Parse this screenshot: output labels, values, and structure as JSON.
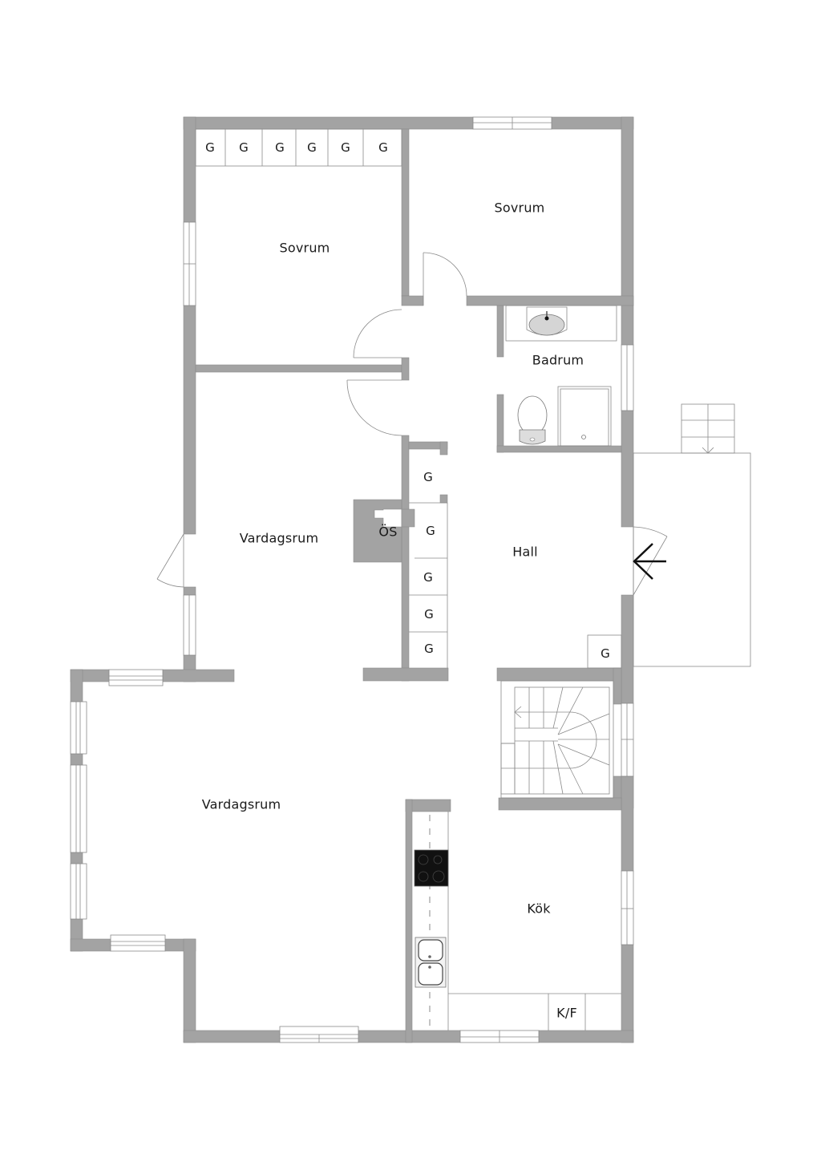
{
  "plan": {
    "colors": {
      "wall": "#a3a3a3",
      "line": "#707070",
      "background": "#ffffff"
    },
    "rooms": {
      "sovrum_left": "Sovrum",
      "sovrum_right": "Sovrum",
      "badrum": "Badrum",
      "vardagsrum_upper": "Vardagsrum",
      "vardagsrum_lower": "Vardagsrum",
      "hall": "Hall",
      "kok": "Kök"
    },
    "fixtures": {
      "oppen_spis": "ÖS",
      "kyl_frys": "K/F",
      "wardrobe": "G"
    },
    "wardrobes": {
      "sovrum_top": [
        "G",
        "G",
        "G",
        "G",
        "G",
        "G"
      ],
      "hall_column": [
        "G",
        "G",
        "G",
        "G",
        "G"
      ],
      "hall_entry": "G"
    },
    "entrance_arrow": "entrance-arrow-icon"
  }
}
